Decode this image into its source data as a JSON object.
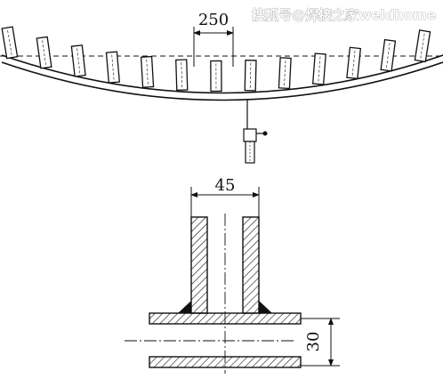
{
  "watermark": {
    "text": "搜狐号@焊接之家weldhome",
    "color": "#ffffff"
  },
  "top_view": {
    "spacing_label": "250",
    "tube_count": 13
  },
  "section_view": {
    "width_label": "45",
    "gap_label": "30"
  },
  "colors": {
    "line": "#111111",
    "background": "#ffffff"
  }
}
